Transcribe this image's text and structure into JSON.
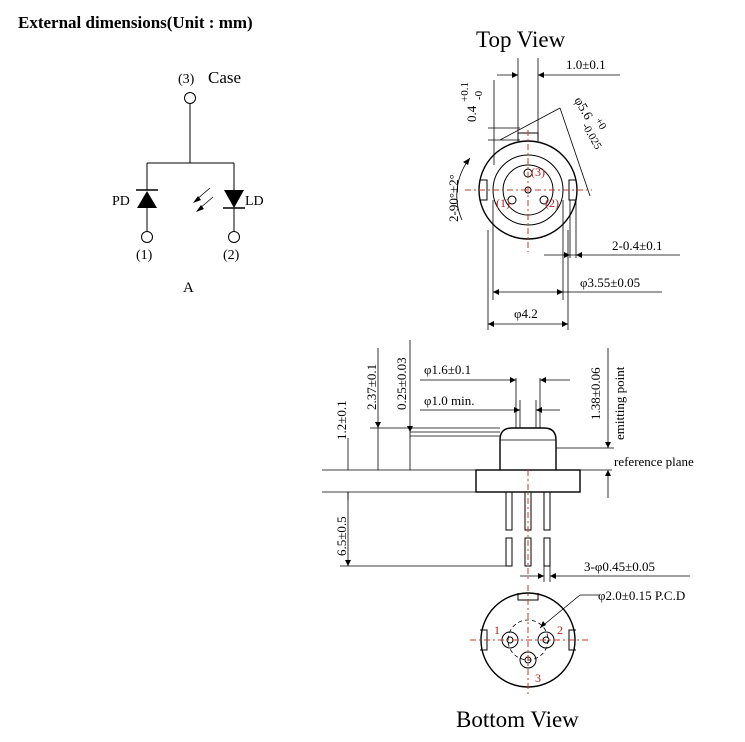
{
  "header": {
    "title": "External dimensions(Unit : mm)"
  },
  "schematic": {
    "case_pin": "(3)",
    "case_label": "Case",
    "pd_label": "PD",
    "ld_label": "LD",
    "pin1": "(1)",
    "pin2": "(2)",
    "variant": "A"
  },
  "top_view": {
    "title": "Top View",
    "dim_width": "1.0±0.1",
    "dim_offset_main": "0.4",
    "dim_offset_plus": "+0.1",
    "dim_offset_minus": "-0",
    "dim_diameter": "φ5.6",
    "dim_diameter_tol_plus": "+0",
    "dim_diameter_tol_minus": "-0.025",
    "dim_angle": "2-90°±2°",
    "dim_notch": "2-0.4±0.1",
    "dim_cap": "φ3.55±0.05",
    "dim_base": "φ4.2",
    "pin1": "(1)",
    "pin2": "(2)",
    "pin3": "(3)"
  },
  "side_view": {
    "dim_window": "φ1.6±0.1",
    "dim_window_min": "φ1.0 min.",
    "dim_h1": "1.2±0.1",
    "dim_h2": "2.37±0.1",
    "dim_h3": "0.25±0.03",
    "dim_emit": "1.38±0.06",
    "emitting_point": "emitting point",
    "reference_plane": "reference plane",
    "dim_lead_length": "6.5±0.5",
    "dim_lead_diameter": "3-φ0.45±0.05"
  },
  "bottom_view": {
    "title": "Bottom View",
    "dim_pcd": "φ2.0±0.15 P.C.D",
    "pin1": "1",
    "pin2": "2",
    "pin3": "3"
  }
}
